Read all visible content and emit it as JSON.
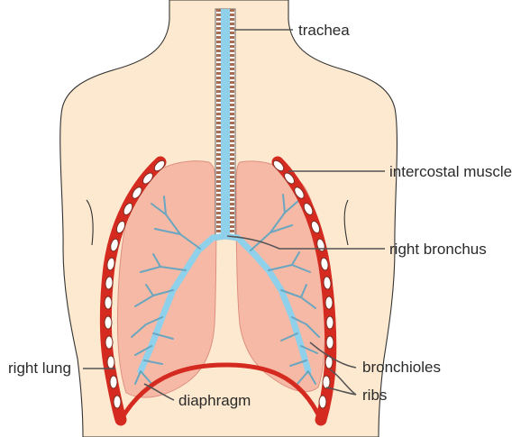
{
  "labels": {
    "trachea": "trachea",
    "intercostal_muscle": "intercostal muscle",
    "right_bronchus": "right bronchus",
    "right_lung": "right lung",
    "diaphragm": "diaphragm",
    "bronchioles": "bronchioles",
    "ribs": "ribs"
  },
  "colors": {
    "skin": "#fde9cf",
    "lung": "#f6b9a6",
    "airway": "#8fd0ea",
    "rib_red": "#d42a20",
    "trachea_ring": "#a86d55",
    "leader_line": "#555555"
  }
}
